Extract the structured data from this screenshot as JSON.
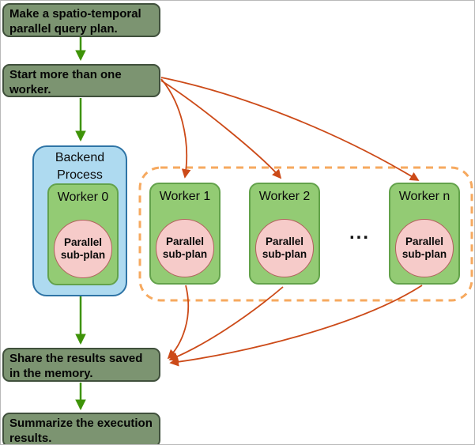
{
  "diagram": {
    "steps": {
      "make_plan": "Make a spatio-temporal\nparallel query plan.",
      "start_workers": "Start more than one\nworker.",
      "share_results": "Share the results saved\nin the memory.",
      "summarize": "Summarize the execution\nresults."
    },
    "backend_process": {
      "label": "Backend Process"
    },
    "workers": [
      {
        "label": "Worker 0",
        "subplan": "Parallel sub-plan"
      },
      {
        "label": "Worker 1",
        "subplan": "Parallel sub-plan"
      },
      {
        "label": "Worker 2",
        "subplan": "Parallel sub-plan"
      },
      {
        "label": "Worker n",
        "subplan": "Parallel sub-plan"
      }
    ],
    "ellipsis": "...",
    "colors": {
      "step_box_fill": "#7c9471",
      "step_box_border": "#40503c",
      "backend_fill": "#aedaf0",
      "backend_border": "#2e74a6",
      "worker_fill": "#93cb74",
      "worker_border": "#63a24b",
      "subplan_fill": "#f6cbc9",
      "subplan_border": "#b2605d",
      "flow_arrow_green": "#3e9308",
      "dispatch_arrow_orange": "#cc4a18",
      "group_dash_border": "#f6a95f"
    }
  }
}
